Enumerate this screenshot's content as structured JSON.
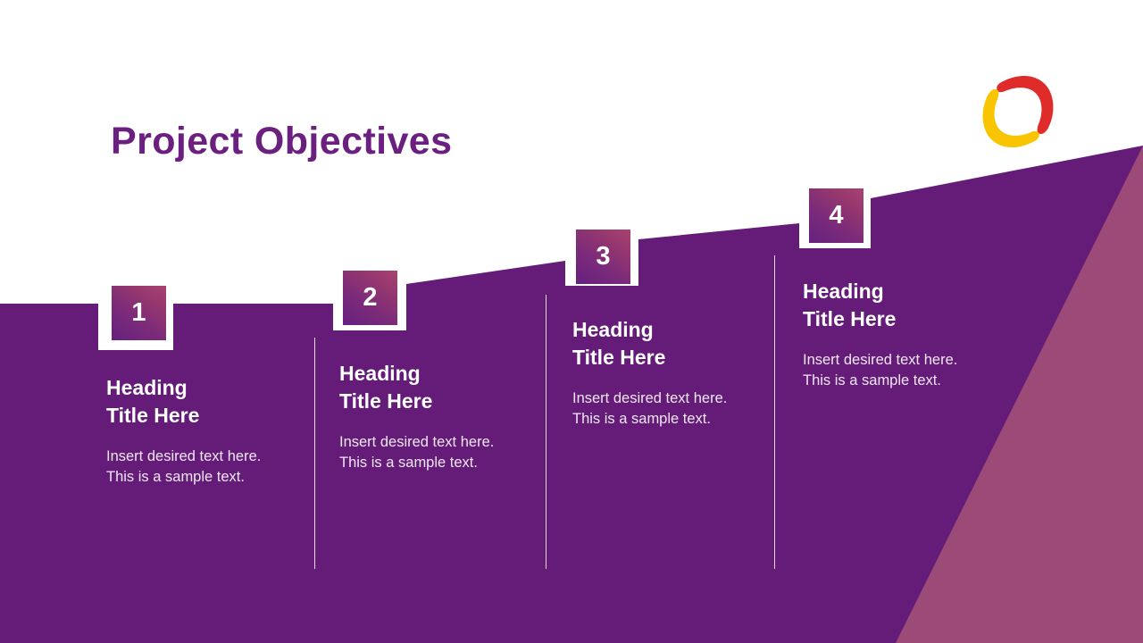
{
  "slide": {
    "title": "Project Objectives",
    "background_color": "#ffffff",
    "primary_purple": "#641C78",
    "accent_mauve": "#9C4A78",
    "title_color": "#6B2080"
  },
  "logo": {
    "name": "brand-logo",
    "red_color": "#E02B2B",
    "yellow_color": "#F9C400"
  },
  "steps": [
    {
      "number": "1",
      "heading": "Heading\nTitle Here",
      "body": "Insert desired text here.\nThis is a sample text."
    },
    {
      "number": "2",
      "heading": "Heading\nTitle Here",
      "body": "Insert desired text here.\nThis is a sample text."
    },
    {
      "number": "3",
      "heading": "Heading\nTitle Here",
      "body": "Insert desired text here.\nThis is a sample text."
    },
    {
      "number": "4",
      "heading": "Heading\nTitle Here",
      "body": "Insert desired text here.\nThis is a sample text."
    }
  ]
}
